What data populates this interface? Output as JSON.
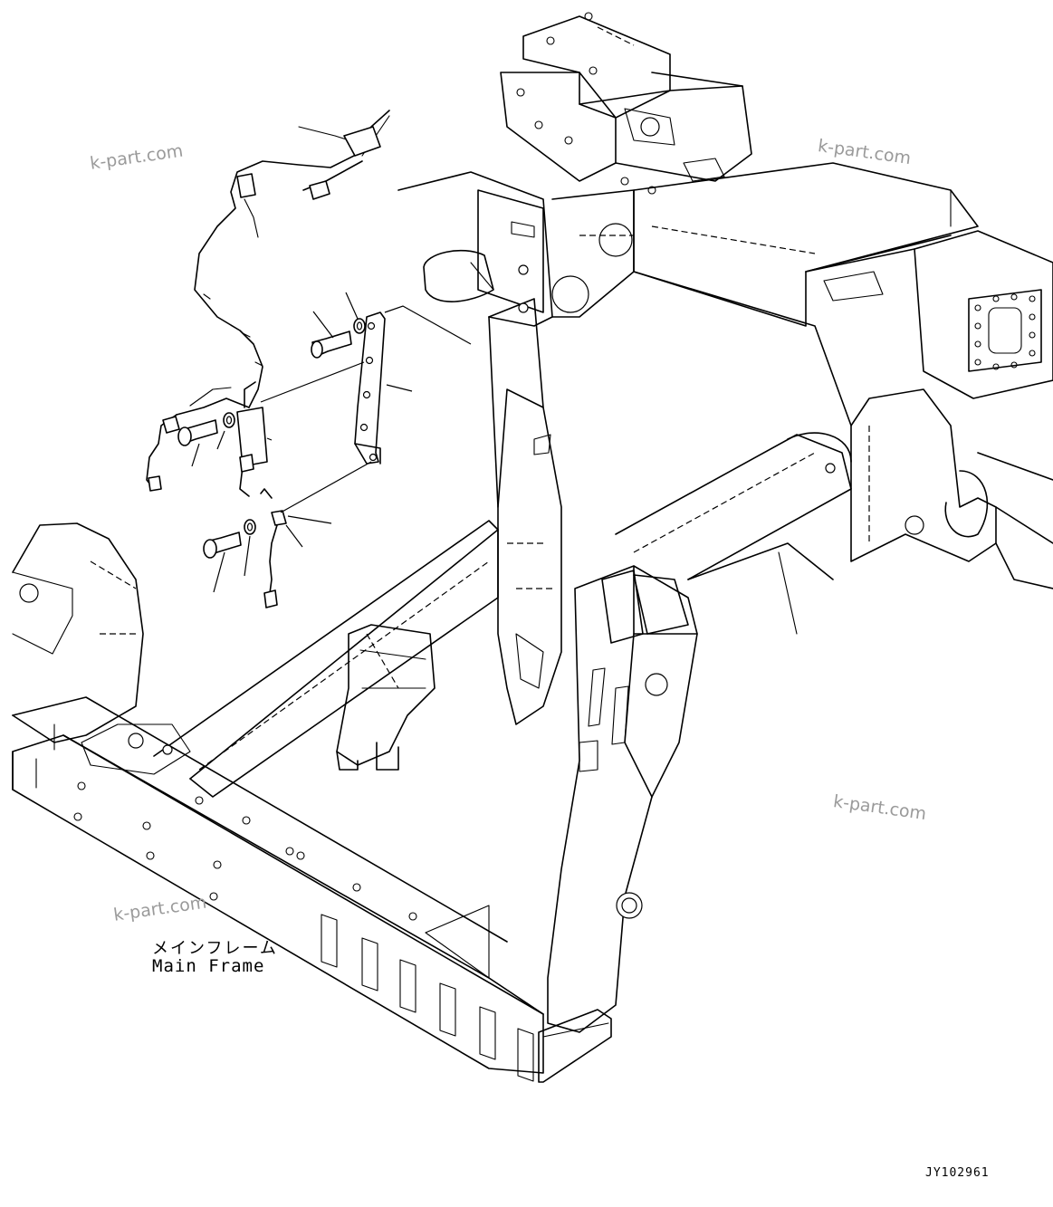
{
  "diagram": {
    "label_jp": "メインフレーム",
    "label_en": "Main Frame",
    "drawing_code": "JY102961"
  },
  "watermarks": [
    "k-part.com",
    "k-part.com",
    "k-part.com",
    "k-part.com"
  ]
}
